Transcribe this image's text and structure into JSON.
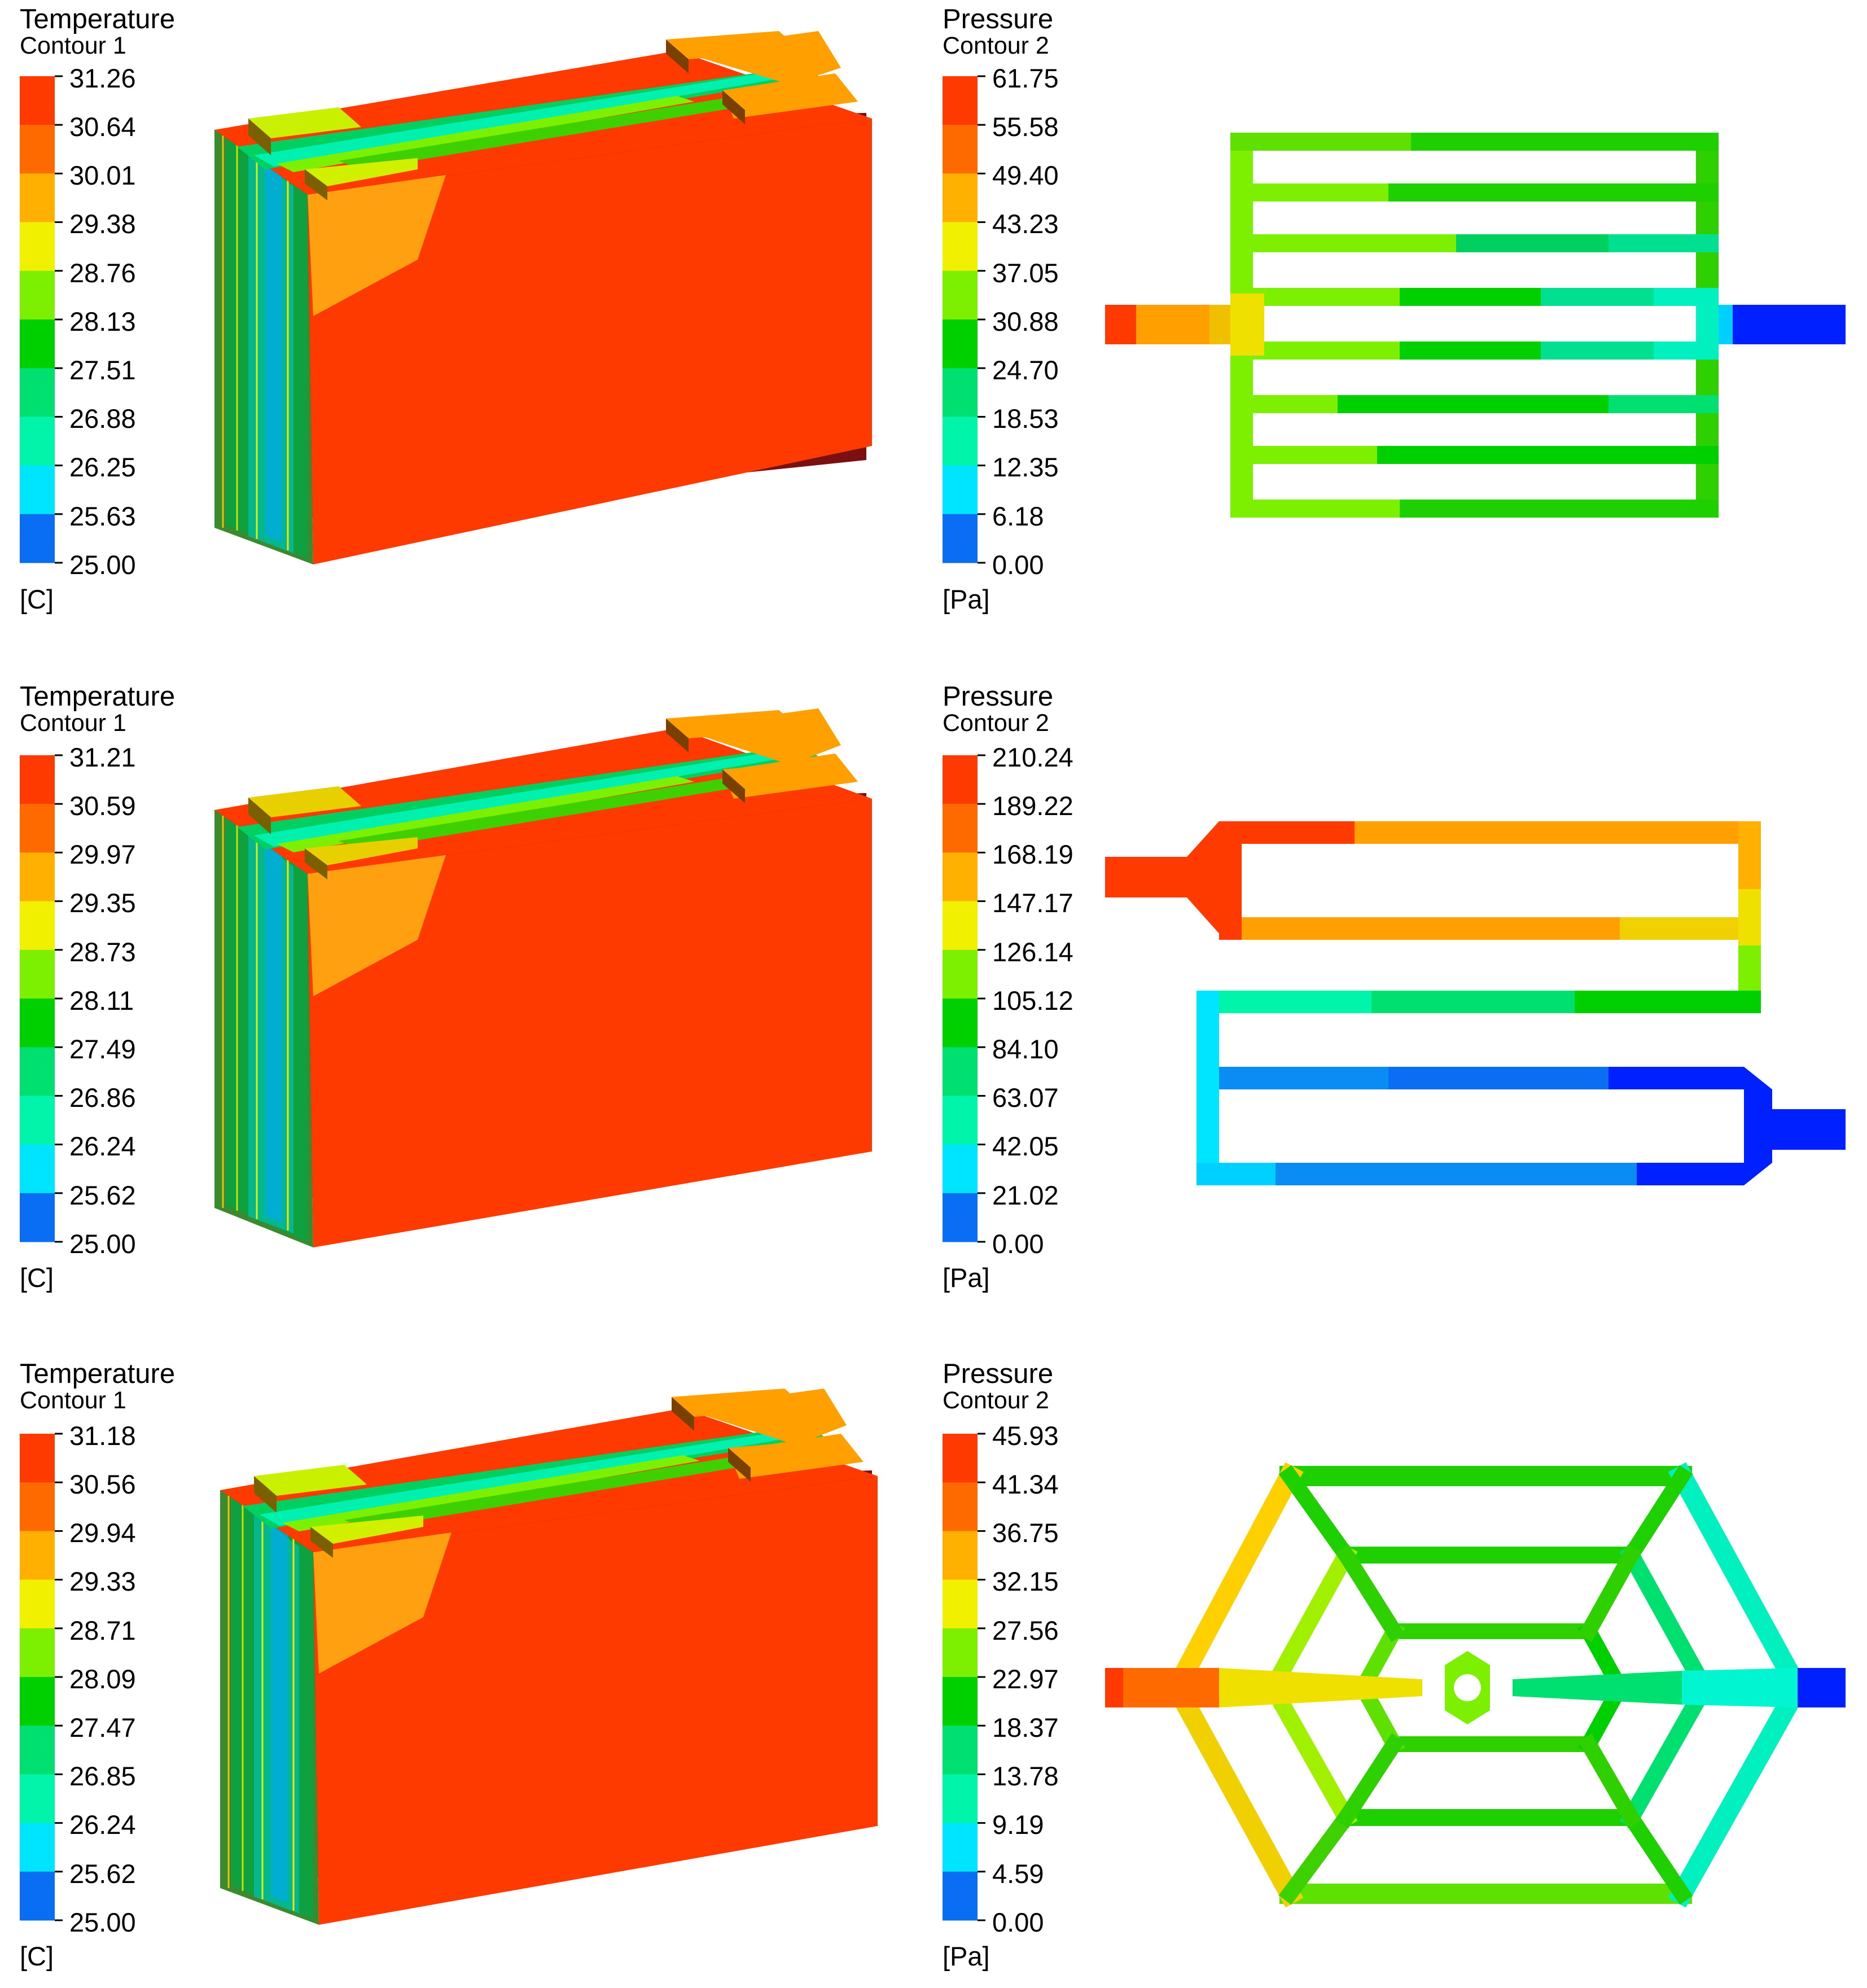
{
  "palette": [
    "#0000ff",
    "#0a6ef5",
    "#00e5ff",
    "#00f5aa",
    "#00e070",
    "#00d000",
    "#7cf000",
    "#f0f000",
    "#ffb000",
    "#ff6a00",
    "#ff3a00"
  ],
  "rows": [
    {
      "temperature": {
        "title": "Temperature",
        "subtitle": "Contour 1",
        "unit": "[C]",
        "ticks": [
          "31.26",
          "30.64",
          "30.01",
          "29.38",
          "28.76",
          "28.13",
          "27.51",
          "26.88",
          "26.25",
          "25.63",
          "25.00"
        ]
      },
      "pressure": {
        "title": "Pressure",
        "subtitle": "Contour 2",
        "unit": "[Pa]",
        "ticks": [
          "61.75",
          "55.58",
          "49.40",
          "43.23",
          "37.05",
          "30.88",
          "24.70",
          "18.53",
          "12.35",
          "6.18",
          "0.00"
        ]
      }
    },
    {
      "temperature": {
        "title": "Temperature",
        "subtitle": "Contour 1",
        "unit": "[C]",
        "ticks": [
          "31.21",
          "30.59",
          "29.97",
          "29.35",
          "28.73",
          "28.11",
          "27.49",
          "26.86",
          "26.24",
          "25.62",
          "25.00"
        ]
      },
      "pressure": {
        "title": "Pressure",
        "subtitle": "Contour 2",
        "unit": "[Pa]",
        "ticks": [
          "210.24",
          "189.22",
          "168.19",
          "147.17",
          "126.14",
          "105.12",
          "84.10",
          "63.07",
          "42.05",
          "21.02",
          "0.00"
        ]
      }
    },
    {
      "temperature": {
        "title": "Temperature",
        "subtitle": "Contour 1",
        "unit": "[C]",
        "ticks": [
          "31.18",
          "30.56",
          "29.94",
          "29.33",
          "28.71",
          "28.09",
          "27.47",
          "26.85",
          "26.24",
          "25.62",
          "25.00"
        ]
      },
      "pressure": {
        "title": "Pressure",
        "subtitle": "Contour 2",
        "unit": "[Pa]",
        "ticks": [
          "45.93",
          "41.34",
          "36.75",
          "32.15",
          "27.56",
          "22.97",
          "18.37",
          "13.78",
          "9.19",
          "4.59",
          "0.00"
        ]
      }
    }
  ]
}
